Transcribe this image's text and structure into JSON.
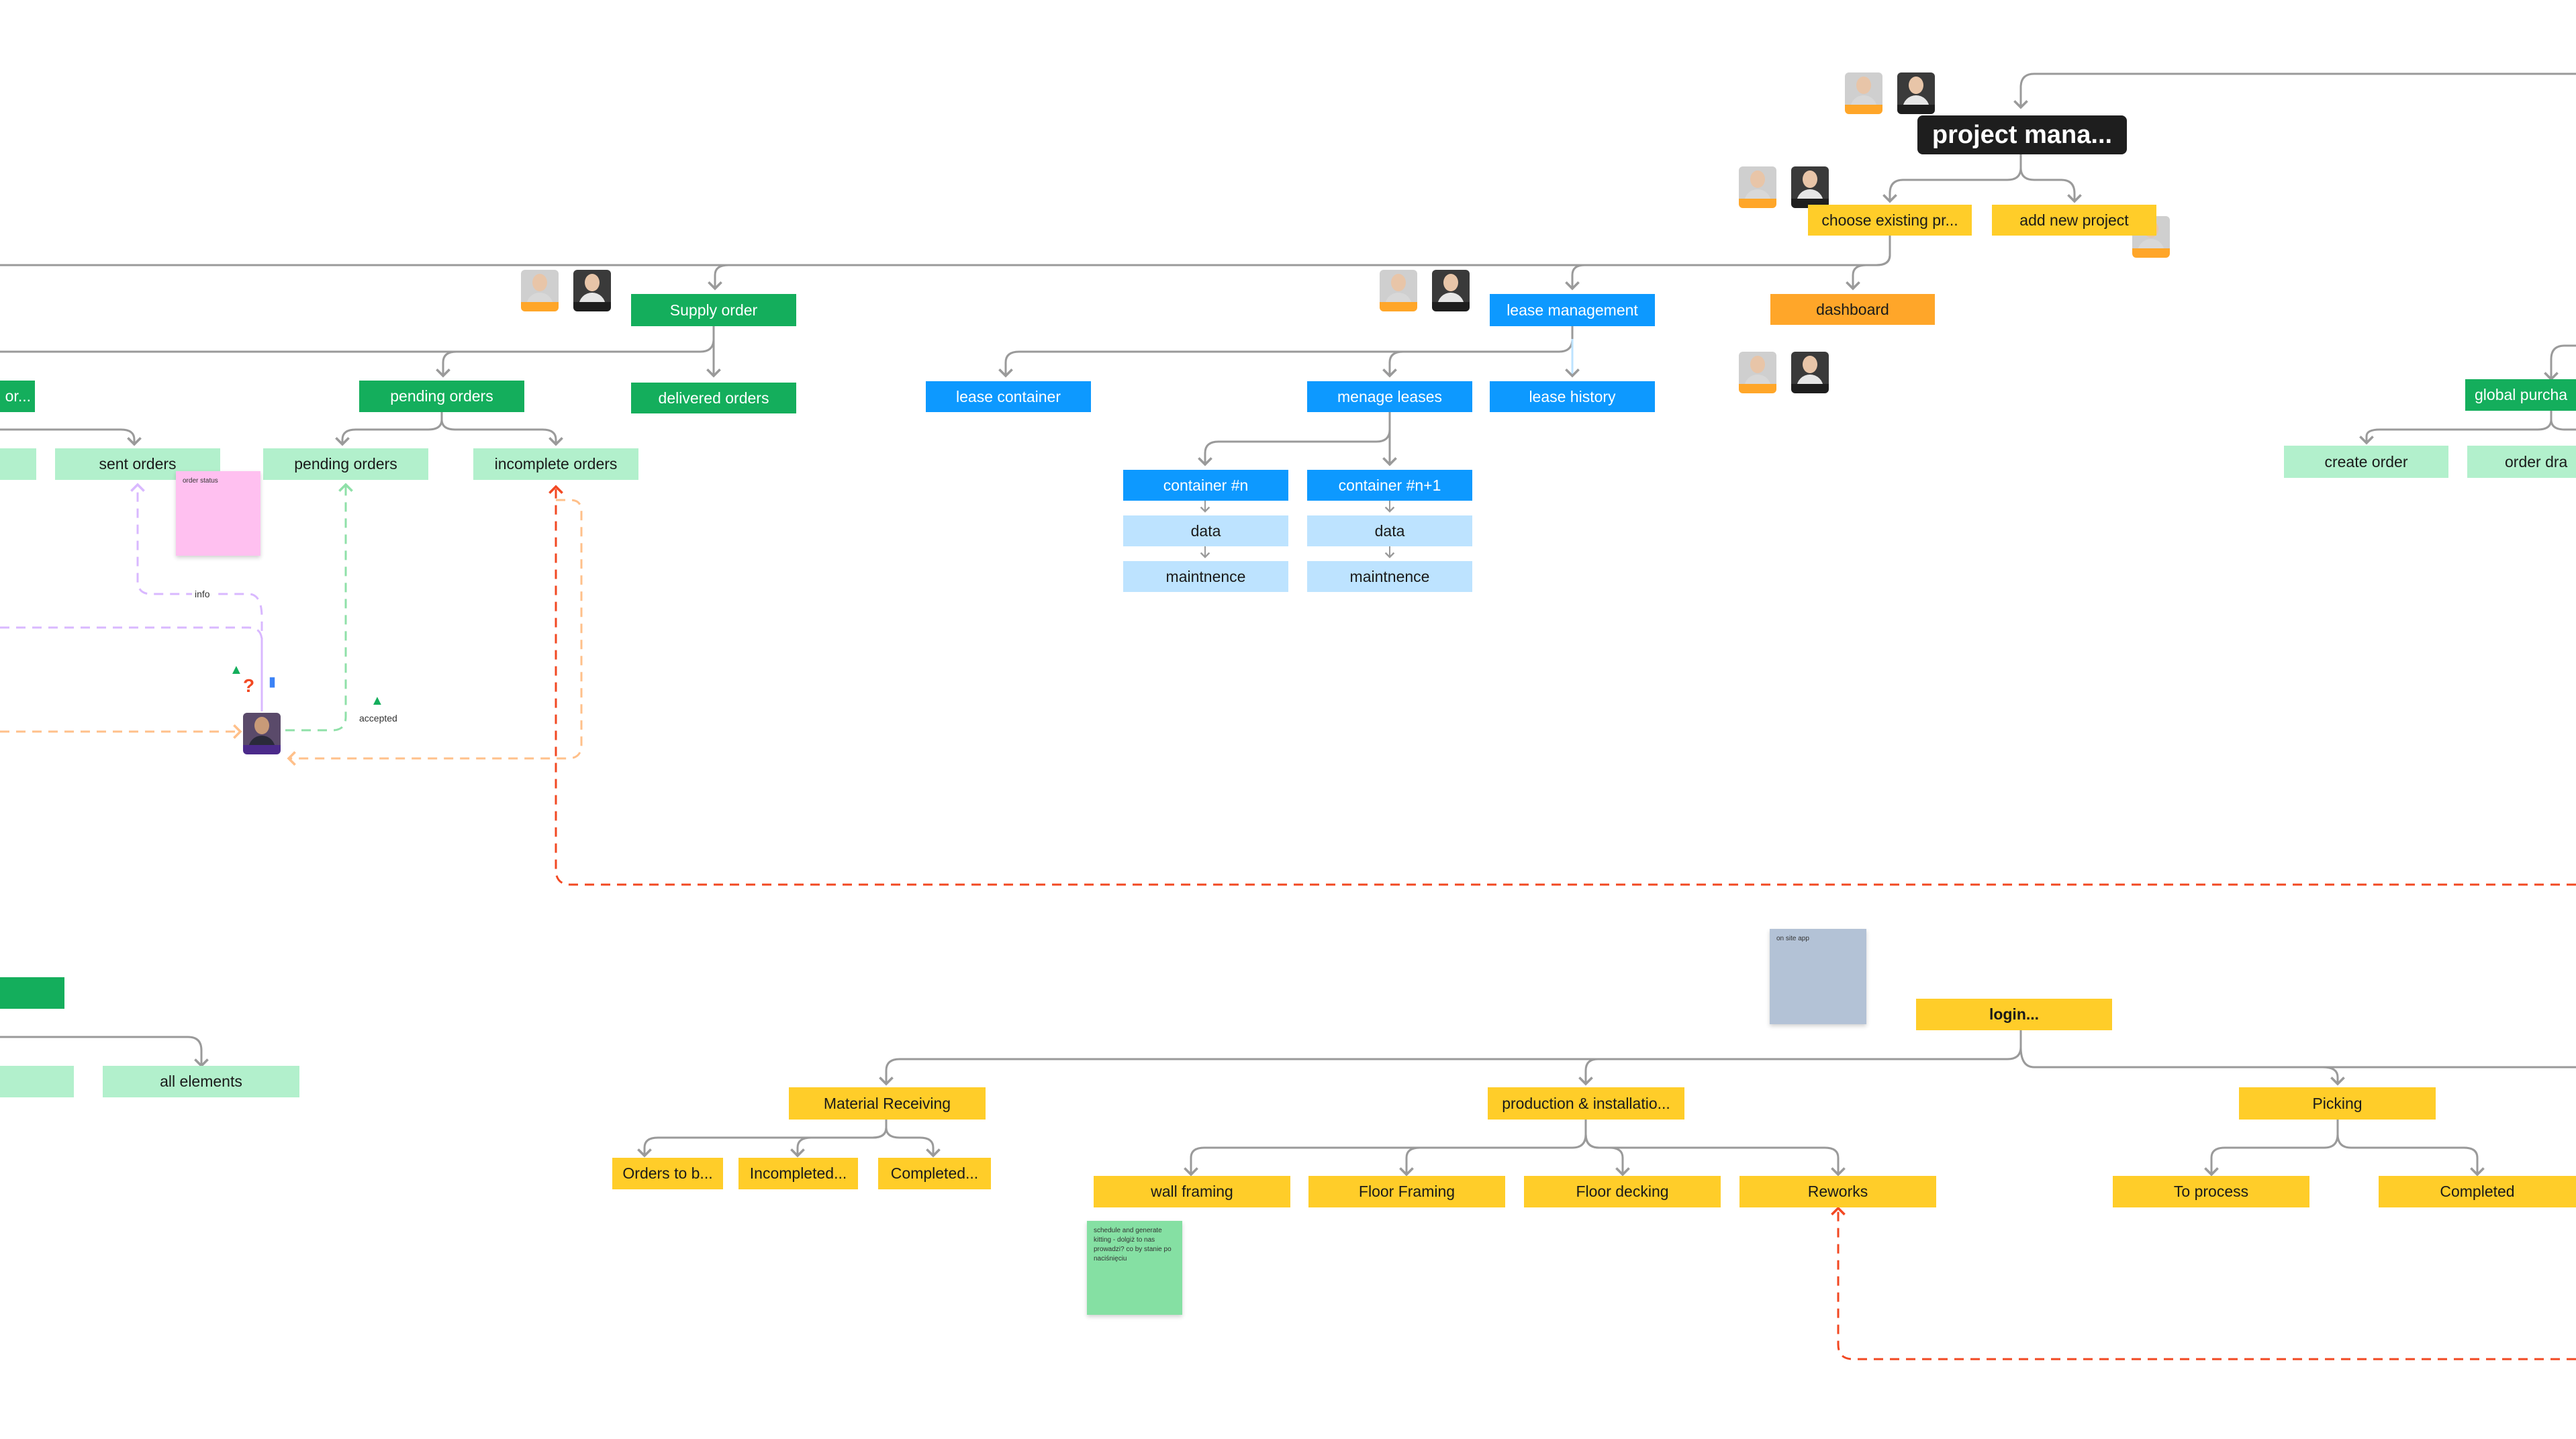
{
  "nodes": {
    "project_mana": "project mana...",
    "choose_existing": "choose existing pr...",
    "add_new_project": "add new project",
    "dashboard": "dashboard",
    "supply_order": "Supply order",
    "lease_management": "lease management",
    "or_trunc": "or...",
    "pending_orders_top": "pending orders",
    "delivered_orders": "delivered orders",
    "lease_container": "lease container",
    "menage_leases": "menage leases",
    "lease_history": "lease history",
    "global_purcha": "global purcha",
    "sent_orders": "sent orders",
    "pending_orders": "pending orders",
    "incomplete_orders": "incomplete orders",
    "container_n": "container #n",
    "container_n1": "container #n+1",
    "data_1": "data",
    "data_2": "data",
    "maintnence_1": "maintnence",
    "maintnence_2": "maintnence",
    "create_order": "create order",
    "order_dra": "order dra",
    "all_elements": "all elements",
    "login": "login...",
    "material_receiving": "Material Receiving",
    "production_installation": "production & installatio...",
    "picking": "Picking",
    "orders_to_b": "Orders to b...",
    "incompleted": "Incompleted...",
    "completed_mr": "Completed...",
    "wall_framing": "wall framing",
    "floor_framing": "Floor Framing",
    "floor_decking": "Floor decking",
    "reworks": "Reworks",
    "to_process": "To process",
    "completed_picking": "Completed"
  },
  "stickies": {
    "order_status": "order status",
    "on_site_app": "on site app",
    "schedule_note": "schedule and generate kitting - dolgiż to nas prowadzi? co by stanie po naciśnięciu"
  },
  "labels": {
    "info": "info",
    "accepted": "accepted",
    "question": "?"
  },
  "colors": {
    "green": "#14ae5c",
    "light_green": "#b2f0cc",
    "blue": "#0d99ff",
    "light_blue": "#bde3ff",
    "yellow": "#ffcd29",
    "orange": "#ffa629",
    "dark": "#1e1e1e",
    "connector": "#9a9a9a",
    "dashed_red": "#f24822",
    "dashed_orange": "#ffc08a",
    "dashed_purple": "#d9b8ff",
    "dashed_green": "#8fe0a8",
    "sticky_pink": "#ffc0f0",
    "sticky_blue": "#b3c2d6",
    "sticky_green": "#85e0a3"
  }
}
